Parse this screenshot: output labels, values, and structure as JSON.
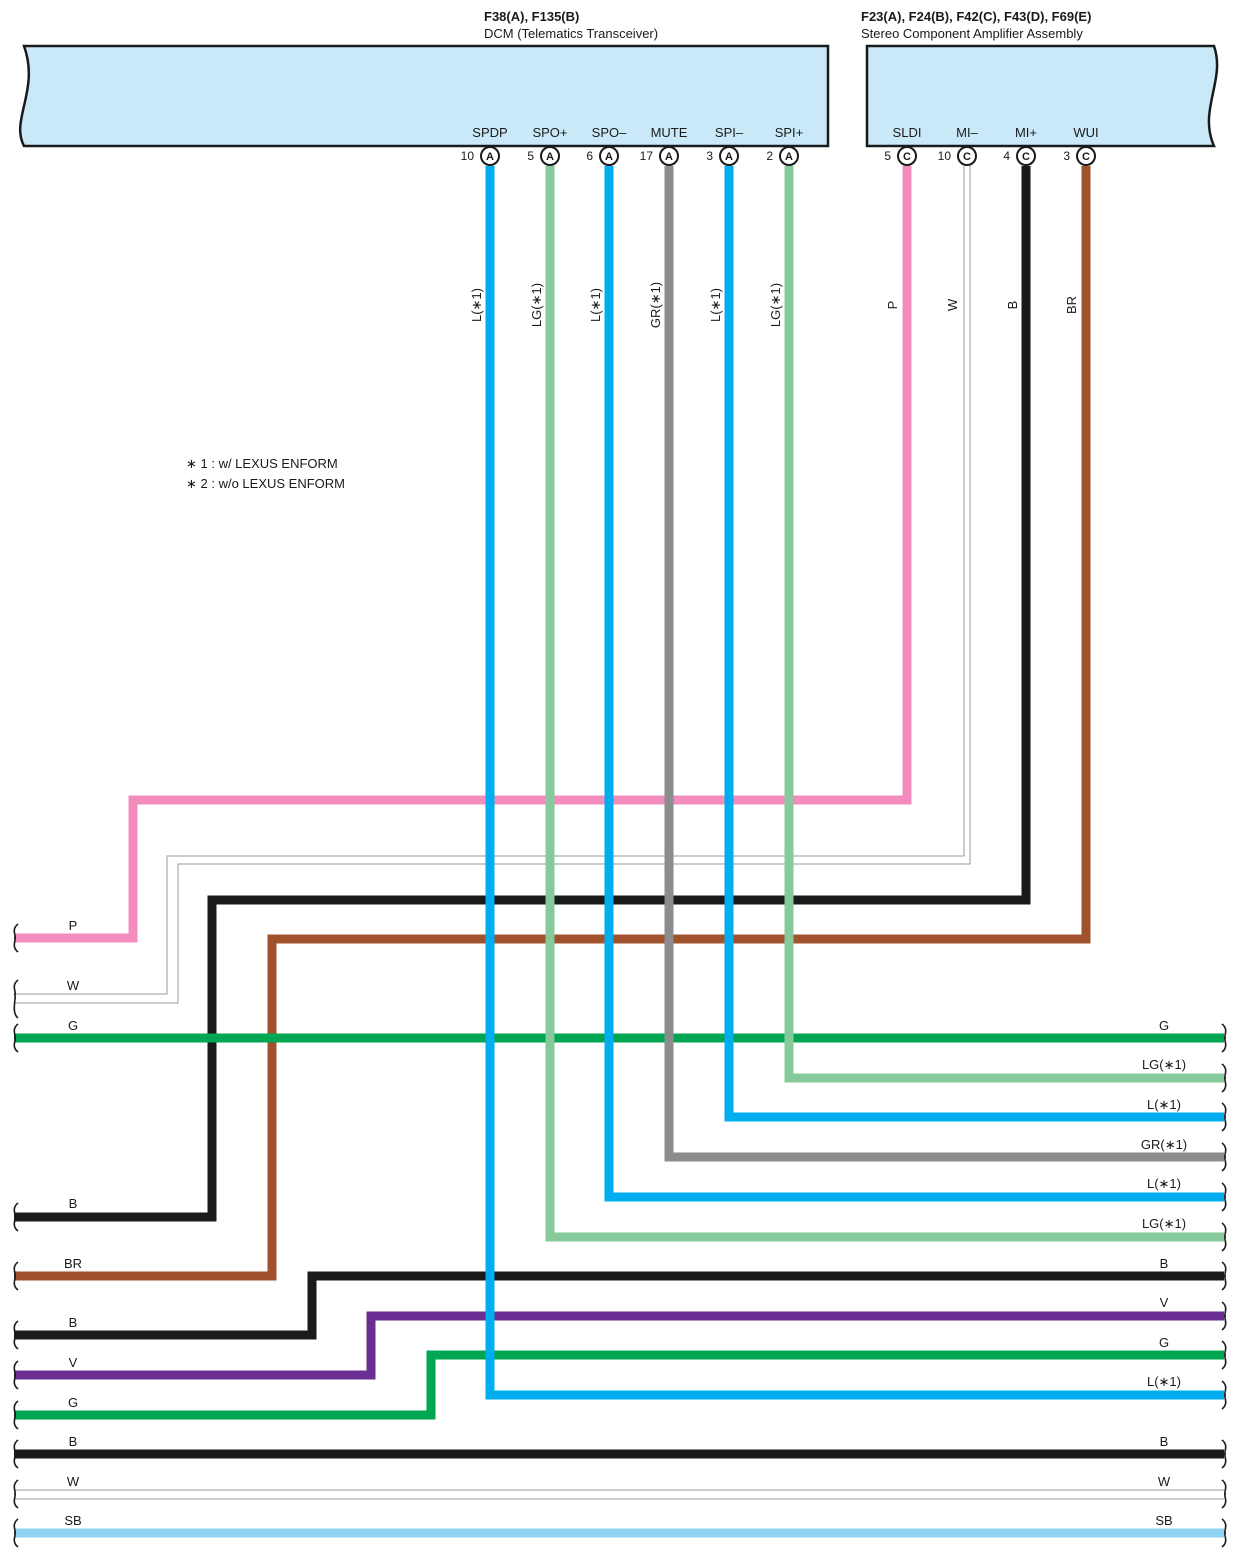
{
  "colors": {
    "box_fill": "#c9e9f8",
    "L": "#00aeef",
    "LG": "#86c99b",
    "GR": "#8a8c8e",
    "P": "#f28dbd",
    "W": "#c8c8c8",
    "B": "#1a1a1a",
    "BR": "#a0522d",
    "G": "#00a651",
    "V": "#6b2d91",
    "SB": "#8fd3f2"
  },
  "dcm": {
    "connectors": "F38(A), F135(B)",
    "name": "DCM (Telematics Transceiver)",
    "terminals": [
      {
        "label": "SPDP",
        "pin": "10",
        "conn": "A",
        "wire": "L(∗1)"
      },
      {
        "label": "SPO+",
        "pin": "5",
        "conn": "A",
        "wire": "LG(∗1)"
      },
      {
        "label": "SPO–",
        "pin": "6",
        "conn": "A",
        "wire": "L(∗1)"
      },
      {
        "label": "MUTE",
        "pin": "17",
        "conn": "A",
        "wire": "GR(∗1)"
      },
      {
        "label": "SPI–",
        "pin": "3",
        "conn": "A",
        "wire": "L(∗1)"
      },
      {
        "label": "SPI+",
        "pin": "2",
        "conn": "A",
        "wire": "LG(∗1)"
      }
    ]
  },
  "amp": {
    "connectors": "F23(A), F24(B), F42(C), F43(D), F69(E)",
    "name": "Stereo Component Amplifier Assembly",
    "terminals": [
      {
        "label": "SLDI",
        "pin": "5",
        "conn": "C",
        "wire": "P"
      },
      {
        "label": "MI–",
        "pin": "10",
        "conn": "C",
        "wire": "W"
      },
      {
        "label": "MI+",
        "pin": "4",
        "conn": "C",
        "wire": "B"
      },
      {
        "label": "WUI",
        "pin": "3",
        "conn": "C",
        "wire": "BR"
      }
    ]
  },
  "notes": [
    "∗ 1 : w/ LEXUS ENFORM",
    "∗ 2 : w/o LEXUS ENFORM"
  ],
  "left_labels": [
    "P",
    "W",
    "G",
    "B",
    "BR",
    "B",
    "V",
    "G",
    "B",
    "W",
    "SB"
  ],
  "right_labels": [
    "G",
    "LG(∗1)",
    "L(∗1)",
    "GR(∗1)",
    "L(∗1)",
    "LG(∗1)",
    "B",
    "V",
    "G",
    "L(∗1)",
    "B",
    "W",
    "SB"
  ]
}
